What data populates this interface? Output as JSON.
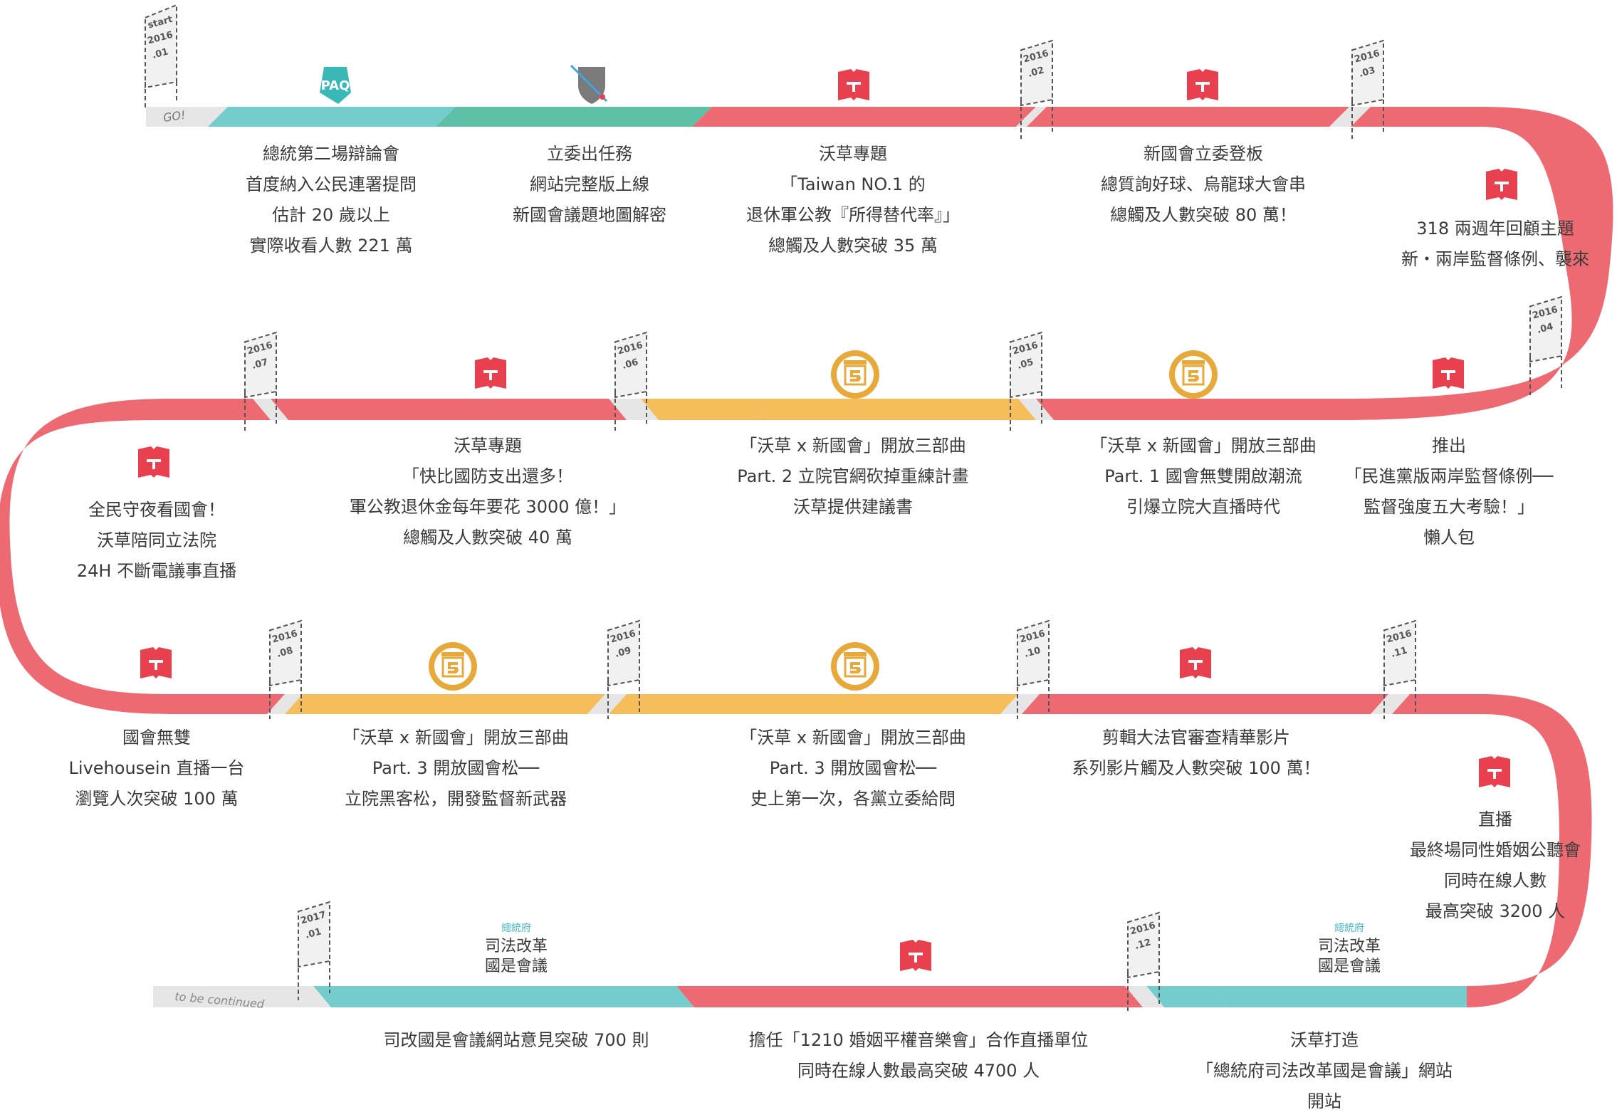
{
  "milestones": [
    {
      "id": "2016-01",
      "lines": [
        "start",
        "2016",
        ".01"
      ]
    },
    {
      "id": "2016-02",
      "lines": [
        "2016",
        ".02"
      ]
    },
    {
      "id": "2016-03",
      "lines": [
        "2016",
        ".03"
      ]
    },
    {
      "id": "2016-04",
      "lines": [
        "2016",
        ".04"
      ]
    },
    {
      "id": "2016-05",
      "lines": [
        "2016",
        ".05"
      ]
    },
    {
      "id": "2016-06",
      "lines": [
        "2016",
        ".06"
      ]
    },
    {
      "id": "2016-07",
      "lines": [
        "2016",
        ".07"
      ]
    },
    {
      "id": "2016-08",
      "lines": [
        "2016",
        ".08"
      ]
    },
    {
      "id": "2016-09",
      "lines": [
        "2016",
        ".09"
      ]
    },
    {
      "id": "2016-10",
      "lines": [
        "2016",
        ".10"
      ]
    },
    {
      "id": "2016-11",
      "lines": [
        "2016",
        ".11"
      ]
    },
    {
      "id": "2016-12",
      "lines": [
        "2016",
        ".12"
      ]
    },
    {
      "id": "2017-01",
      "lines": [
        "2017",
        ".01"
      ]
    }
  ],
  "road_labels": {
    "go": "GO!",
    "continue": "to be continued"
  },
  "badge_text": {
    "org": "總統府",
    "line1": "司法改革",
    "line2": "國是會議"
  },
  "events": [
    {
      "id": "e1",
      "lines": [
        "總統第二場辯論會",
        "首度納入公民連署提問",
        "估計 20 歲以上",
        "實際收看人數 221 萬"
      ]
    },
    {
      "id": "e2",
      "lines": [
        "立委出任務",
        "網站完整版上線",
        "新國會議題地圖解密"
      ]
    },
    {
      "id": "e3",
      "lines": [
        "沃草專題",
        "「Taiwan NO.1 的",
        "退休軍公教『所得替代率』」",
        "總觸及人數突破 35 萬"
      ]
    },
    {
      "id": "e4",
      "lines": [
        "新國會立委登板",
        "總質詢好球、烏龍球大會串",
        "總觸及人數突破 80 萬！"
      ]
    },
    {
      "id": "e5",
      "lines": [
        "318 兩週年回顧主題",
        "新・兩岸監督條例、襲來"
      ]
    },
    {
      "id": "e6",
      "lines": [
        "推出",
        "「民進黨版兩岸監督條例──",
        "監督強度五大考驗！」",
        "懶人包"
      ]
    },
    {
      "id": "e7",
      "lines": [
        "「沃草 x 新國會」開放三部曲",
        "Part. 1 國會無雙開啟潮流",
        "引爆立院大直播時代"
      ]
    },
    {
      "id": "e8",
      "lines": [
        "「沃草 x 新國會」開放三部曲",
        "Part. 2 立院官網砍掉重練計畫",
        "沃草提供建議書"
      ]
    },
    {
      "id": "e9",
      "lines": [
        "沃草專題",
        "「快比國防支出還多！",
        "軍公教退休金每年要花 3000 億！」",
        "總觸及人數突破 40 萬"
      ]
    },
    {
      "id": "e10",
      "lines": [
        "全民守夜看國會！",
        "沃草陪同立法院",
        "24H 不斷電議事直播"
      ]
    },
    {
      "id": "e11",
      "lines": [
        "國會無雙",
        "Livehousein 直播一台",
        "瀏覽人次突破 100 萬"
      ]
    },
    {
      "id": "e12",
      "lines": [
        "「沃草 x 新國會」開放三部曲",
        "Part. 3 開放國會松──",
        "立院黑客松，開發監督新武器"
      ]
    },
    {
      "id": "e13",
      "lines": [
        "「沃草 x 新國會」開放三部曲",
        "Part. 3 開放國會松──",
        "史上第一次，各黨立委給問"
      ]
    },
    {
      "id": "e14",
      "lines": [
        "剪輯大法官審查精華影片",
        "系列影片觸及人數突破 100 萬！"
      ]
    },
    {
      "id": "e15",
      "lines": [
        "直播",
        "最終場同性婚姻公聽會",
        "同時在線人數",
        "最高突破 3200 人"
      ]
    },
    {
      "id": "e16",
      "lines": [
        "沃草打造",
        "「總統府司法改革國是會議」網站",
        "開站"
      ]
    },
    {
      "id": "e17",
      "lines": [
        "擔任「1210 婚姻平權音樂會」合作直播單位",
        "同時在線人數最高突破 4700 人"
      ]
    },
    {
      "id": "e18",
      "lines": [
        "司改國是會議網站意見突破 700 則"
      ]
    }
  ],
  "icons": [
    {
      "id": "i1",
      "name": "paq-icon"
    },
    {
      "id": "i2",
      "name": "ly-mission-icon"
    },
    {
      "id": "i3",
      "name": "watchout-icon"
    },
    {
      "id": "i4",
      "name": "watchout-icon"
    },
    {
      "id": "i5",
      "name": "watchout-icon"
    },
    {
      "id": "i6",
      "name": "watchout-icon"
    },
    {
      "id": "i7",
      "name": "congress-seal-icon"
    },
    {
      "id": "i8",
      "name": "congress-seal-icon"
    },
    {
      "id": "i9",
      "name": "watchout-icon"
    },
    {
      "id": "i10",
      "name": "watchout-icon"
    },
    {
      "id": "i11",
      "name": "watchout-icon"
    },
    {
      "id": "i12",
      "name": "congress-seal-icon"
    },
    {
      "id": "i13",
      "name": "congress-seal-icon"
    },
    {
      "id": "i14",
      "name": "watchout-icon"
    },
    {
      "id": "i15",
      "name": "watchout-icon"
    },
    {
      "id": "i16",
      "name": "judicial-reform-badge-icon"
    },
    {
      "id": "i17",
      "name": "watchout-icon"
    },
    {
      "id": "i18",
      "name": "judicial-reform-badge-icon"
    }
  ],
  "colors": {
    "red": "#ee6a72",
    "teal": "#74cccc",
    "green": "#5cbfa6",
    "yellow": "#f6be5a",
    "grey": "#e6e6e6",
    "text": "#3a3a3a",
    "gold": "#e7a93a",
    "badge_blue": "#3fb5c7"
  }
}
